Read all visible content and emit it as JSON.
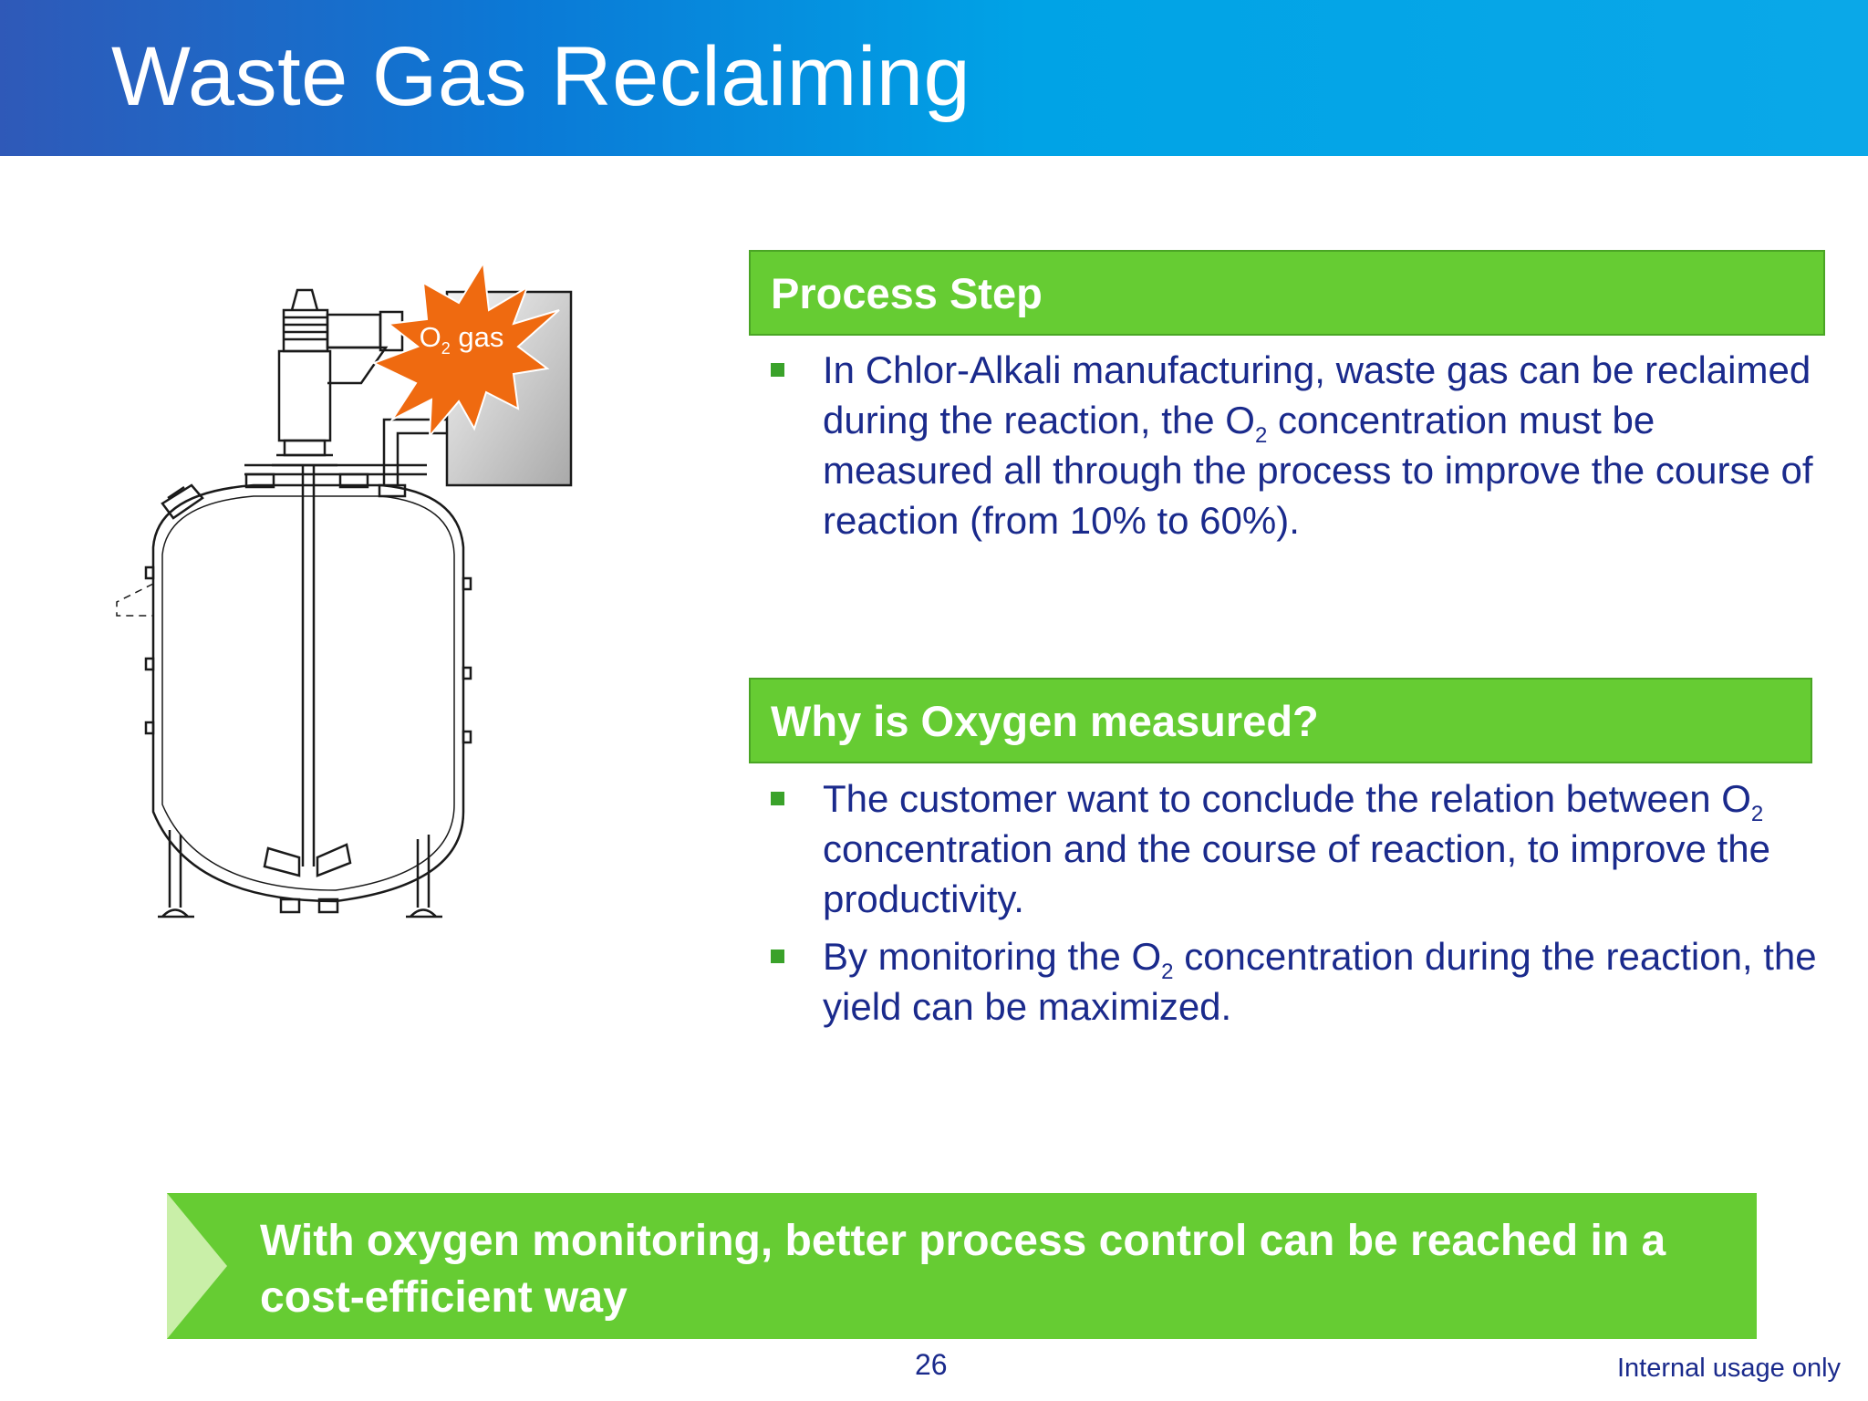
{
  "slide": {
    "title": "Waste Gas Reclaiming",
    "page_number": "26",
    "footer_note": "Internal usage only"
  },
  "diagram": {
    "burst_label": "O",
    "burst_sub": "2",
    "burst_suffix": " gas",
    "colors": {
      "burst": "#ef6a10",
      "line": "#1a1a1a"
    }
  },
  "process_step": {
    "heading": "Process Step",
    "bullets": [
      {
        "a": "In Chlor-Alkali manufacturing, waste gas can be reclaimed during the reaction, the O",
        "sub": "2",
        "b": " concentration must be measured all through the process to improve the course of reaction (from 10% to 60%)."
      }
    ]
  },
  "why": {
    "heading": "Why is Oxygen measured?",
    "bullets": [
      {
        "a": "The customer want to conclude the relation between O",
        "sub": "2",
        "b": " concentration and the course of reaction, to improve the productivity."
      },
      {
        "a": "By monitoring the O",
        "sub": "2",
        "b": " concentration during the reaction, the yield can be maximized."
      }
    ]
  },
  "banner": {
    "text": "With oxygen monitoring, better process control can be reached in a cost-efficient way"
  },
  "colors": {
    "header_blue": "#00a3e6",
    "green": "#66cc33",
    "text_navy": "#1a2a8c"
  }
}
